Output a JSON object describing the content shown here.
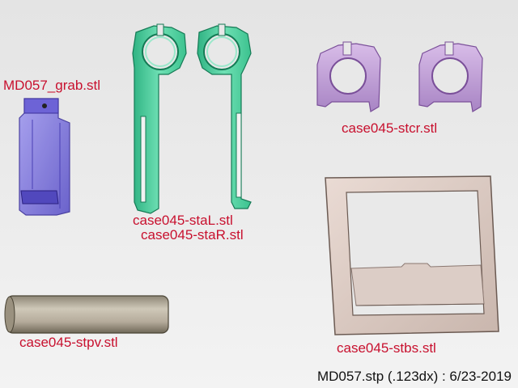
{
  "parts": [
    {
      "id": "grab",
      "label": "MD057_grab.stl",
      "color": "#8e86e6"
    },
    {
      "id": "staL",
      "label": "case045-staL.stl",
      "color": "#5fd6a4"
    },
    {
      "id": "staR",
      "label": "case045-staR.stl",
      "color": "#5fd6a4"
    },
    {
      "id": "stcr",
      "label": "case045-stcr.stl",
      "color": "#c8a6dc"
    },
    {
      "id": "stpv",
      "label": "case045-stpv.stl",
      "color": "#b5ab9b"
    },
    {
      "id": "stbs",
      "label": "case045-stbs.stl",
      "color": "#e0cfc8"
    }
  ],
  "footer": "MD057.stp (.123dx) : 6/23-2019",
  "colors": {
    "label_text": "#c8102e",
    "footer_text": "#111111",
    "background": "#e8e8e8"
  }
}
